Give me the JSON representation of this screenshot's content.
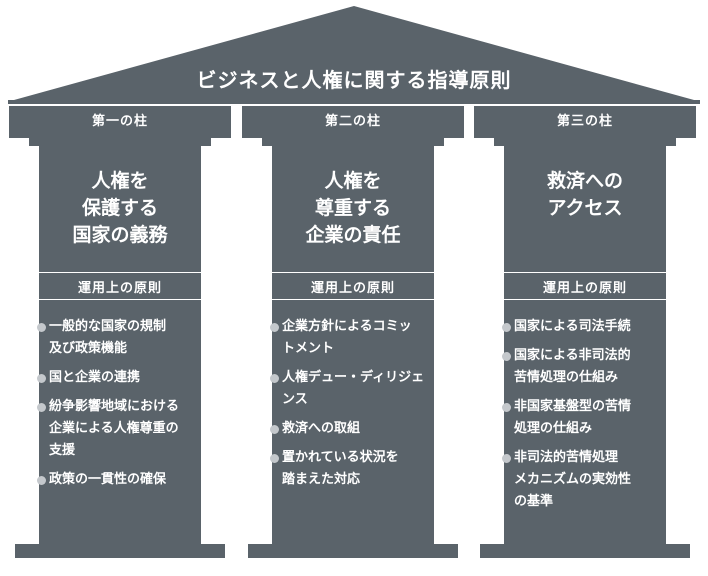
{
  "title": "ビジネスと人権に関する指導原則",
  "colors": {
    "pillar": "#5a636a",
    "bullet": "#c4c8cc",
    "text": "#ffffff"
  },
  "pillars": [
    {
      "name": "第一の柱",
      "heading": [
        "人権を",
        "保護する",
        "国家の義務"
      ],
      "subheading": "運用上の原則",
      "items": [
        [
          "一般的な国家の規制",
          "及び政策機能"
        ],
        [
          "国と企業の連携"
        ],
        [
          "紛争影響地域における",
          "企業による人権尊重の",
          "支援"
        ],
        [
          "政策の一貫性の確保"
        ]
      ]
    },
    {
      "name": "第二の柱",
      "heading": [
        "人権を",
        "尊重する",
        "企業の責任"
      ],
      "subheading": "運用上の原則",
      "items": [
        [
          "企業方針によるコミッ",
          "トメント"
        ],
        [
          "人権デュー・ディリジェ",
          "ンス"
        ],
        [
          "救済への取組"
        ],
        [
          "置かれている状況を",
          "踏まえた対応"
        ]
      ]
    },
    {
      "name": "第三の柱",
      "heading": [
        "救済への",
        "アクセス"
      ],
      "subheading": "運用上の原則",
      "items": [
        [
          "国家による司法手続"
        ],
        [
          "国家による非司法的",
          "苦情処理の仕組み"
        ],
        [
          "非国家基盤型の苦情",
          "処理の仕組み"
        ],
        [
          "非司法的苦情処理",
          "メカニズムの実効性",
          "の基準"
        ]
      ]
    }
  ]
}
